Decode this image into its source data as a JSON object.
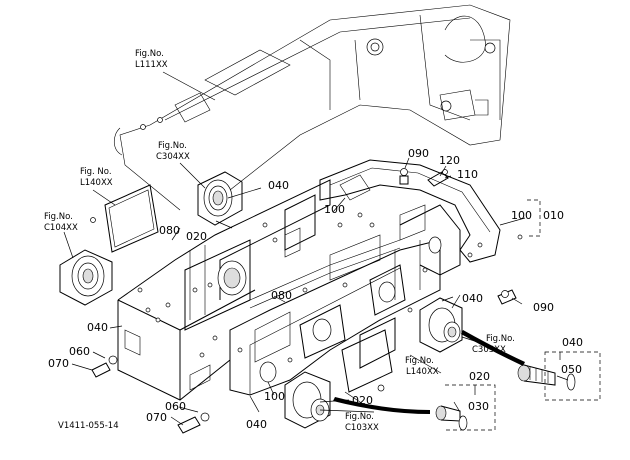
{
  "diagram": {
    "part_numbers": {
      "p010": "010",
      "p020a": "020",
      "p020b": "020",
      "p020c": "020",
      "p030": "030",
      "p040a": "040",
      "p040b": "040",
      "p040c": "040",
      "p040d": "040",
      "p040e": "040",
      "p050": "050",
      "p060a": "060",
      "p060b": "060",
      "p070a": "070",
      "p070b": "070",
      "p080a": "080",
      "p080b": "080",
      "p090a": "090",
      "p090b": "090",
      "p100a": "100",
      "p100b": "100",
      "p100c": "100",
      "p110": "110",
      "p120": "120"
    },
    "figure_refs": {
      "l111": {
        "line1": "Fig.No.",
        "line2": "L111XX"
      },
      "c304": {
        "line1": "Fig.No.",
        "line2": "C304XX"
      },
      "l140a": {
        "line1": "Fig.  No.",
        "line2": "L140XX"
      },
      "c104": {
        "line1": "Fig.No.",
        "line2": "C104XX"
      },
      "c303": {
        "line1": "Fig.No.",
        "line2": "C303XX"
      },
      "l140b": {
        "line1": "Fig.No.",
        "line2": "L140XX"
      },
      "c103": {
        "line1": "Fig.No.",
        "line2": "C103XX"
      }
    },
    "drawing_code": "V1411-055-14"
  }
}
